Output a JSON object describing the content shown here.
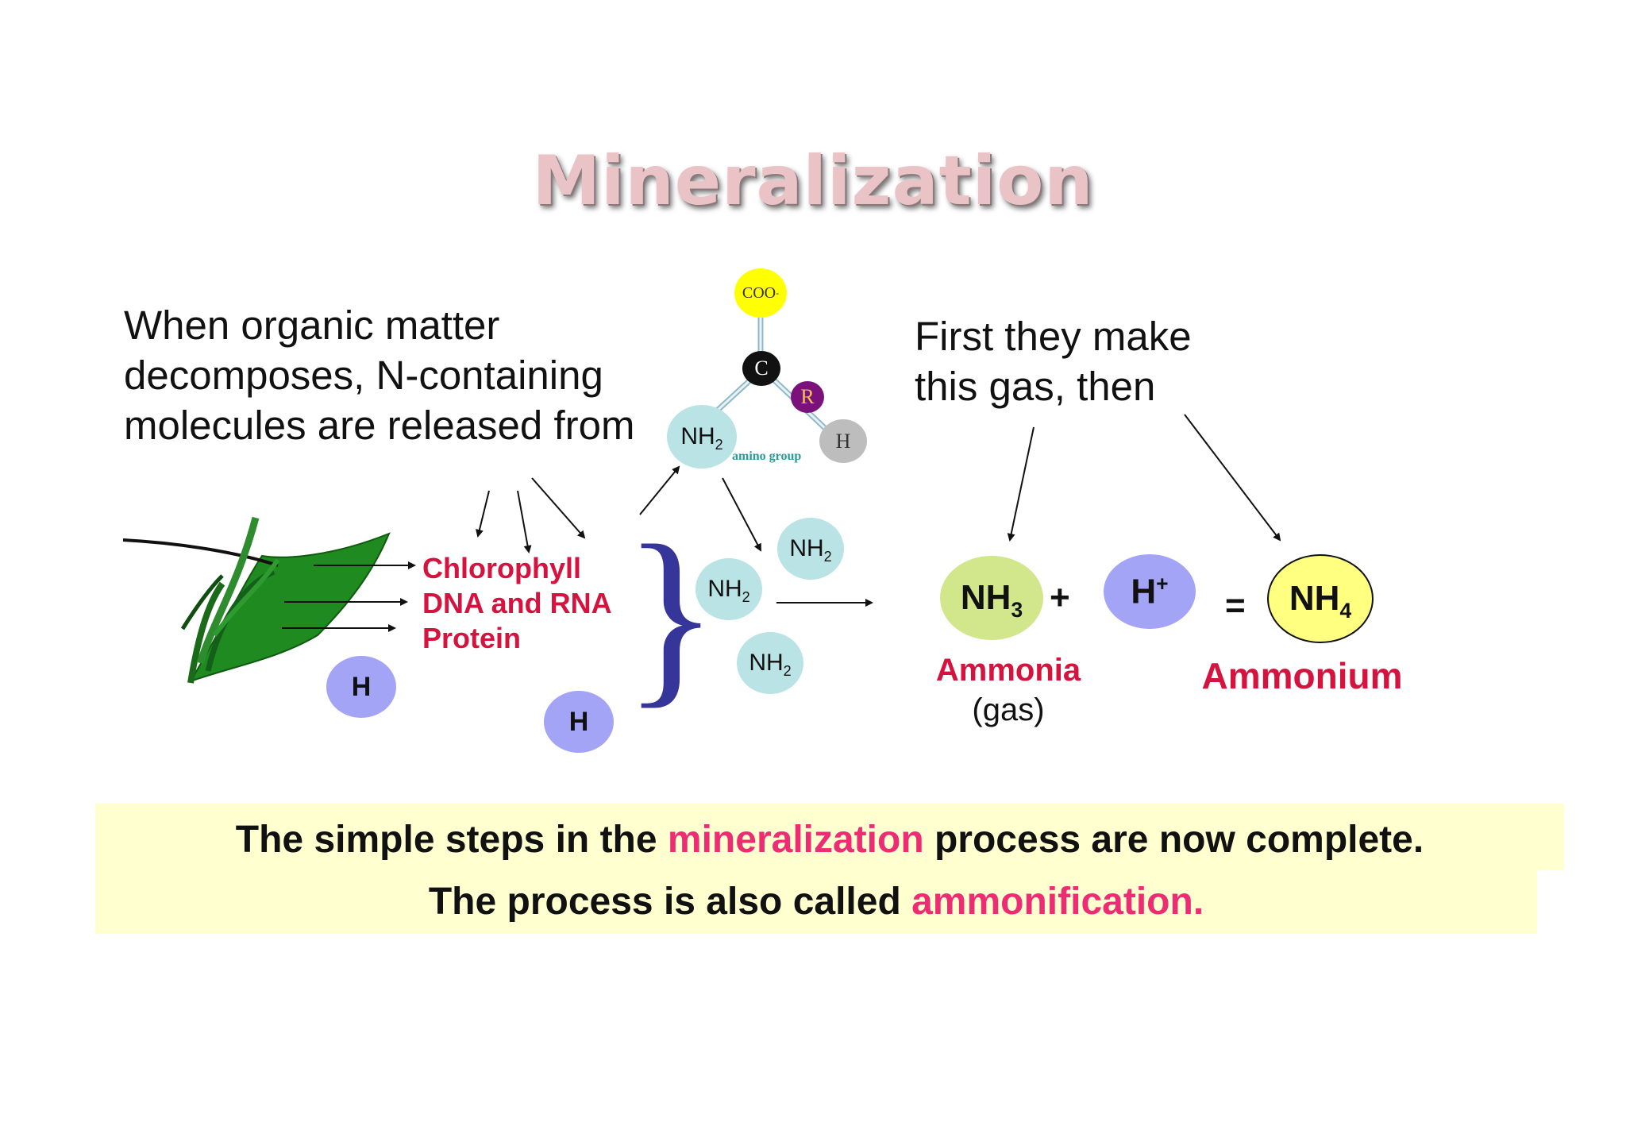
{
  "title": "Mineralization",
  "intro_lines": [
    "When organic matter",
    "decomposes, N-containing",
    "molecules are released from"
  ],
  "molecules_list": [
    "Chlorophyll",
    "DNA and RNA",
    "Protein"
  ],
  "hydrogen": "H",
  "amino_acid": {
    "coo": "COO",
    "coo_charge": "-",
    "carbon": "C",
    "r_group": "R",
    "hydrogen": "H",
    "amino_label": "NH",
    "amino_sub": "2",
    "amino_group_label": "amino group"
  },
  "nh2": {
    "label": "NH",
    "sub": "2"
  },
  "gas_text": [
    "First they make",
    "this gas, then"
  ],
  "equation": {
    "ammonia_formula": "NH",
    "ammonia_sub": "3",
    "plus": "+",
    "proton": "H",
    "proton_charge": "+",
    "equals": "=",
    "ammonium_formula": "NH",
    "ammonium_sub": "4",
    "ammonia_name": "Ammonia",
    "ammonia_state": "(gas)",
    "ammonium_name": "Ammonium"
  },
  "summary": {
    "line1_a": "The simple steps in the ",
    "line1_hl": "mineralization",
    "line1_b": " process are now complete.",
    "line2_a": "The process is also called ",
    "line2_hl": "ammonification."
  },
  "colors": {
    "highlight_bar": "#ffffd0",
    "red_text": "#d4143f",
    "pink_text": "#ee2c74",
    "h_circle": "#a3a4f6",
    "nh2_circle": "#b9e3e4",
    "ammonia_circle": "#d2e68c",
    "ammonium_circle": "#ffff80",
    "coo_circle": "#ffff00",
    "r_circle": "#7b127b",
    "leaf": "#1f8a1f"
  }
}
